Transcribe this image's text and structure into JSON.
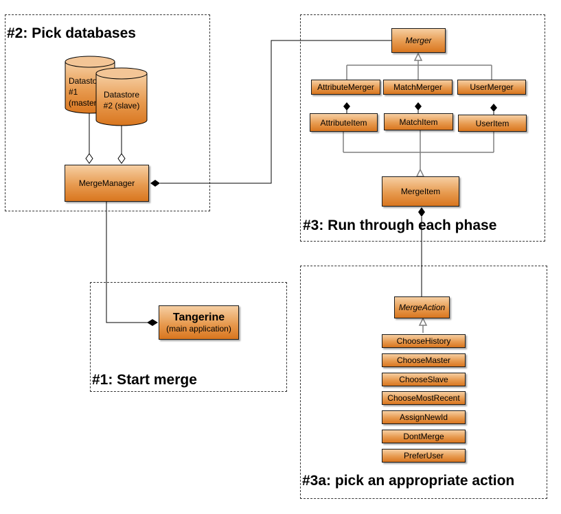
{
  "regions": {
    "pick_databases": "#2: Pick databases",
    "run_phases": "#3: Run through each phase",
    "start_merge": "#1: Start merge",
    "pick_action": "#3a: pick an appropriate action"
  },
  "datastores": {
    "master_line1": "Datastore",
    "master_line2": "#1 (master)",
    "slave_line1": "Datastore",
    "slave_line2": "#2 (slave)"
  },
  "classes": {
    "merge_manager": "MergeManager",
    "merger": "Merger",
    "attribute_merger": "AttributeMerger",
    "match_merger": "MatchMerger",
    "user_merger": "UserMerger",
    "attribute_item": "AttributeItem",
    "match_item": "MatchItem",
    "user_item": "UserItem",
    "merge_item": "MergeItem",
    "merge_action": "MergeAction",
    "tangerine": "Tangerine",
    "tangerine_sub": "(main application)"
  },
  "actions": [
    "ChooseHistory",
    "ChooseMaster",
    "ChooseSlave",
    "ChooseMostRecent",
    "AssignNewId",
    "DontMerge",
    "PreferUser"
  ],
  "colors": {
    "fill_top": "#f6cfa3",
    "fill_bottom": "#d9761f",
    "line": "#000000",
    "inherit_line": "#808080"
  }
}
